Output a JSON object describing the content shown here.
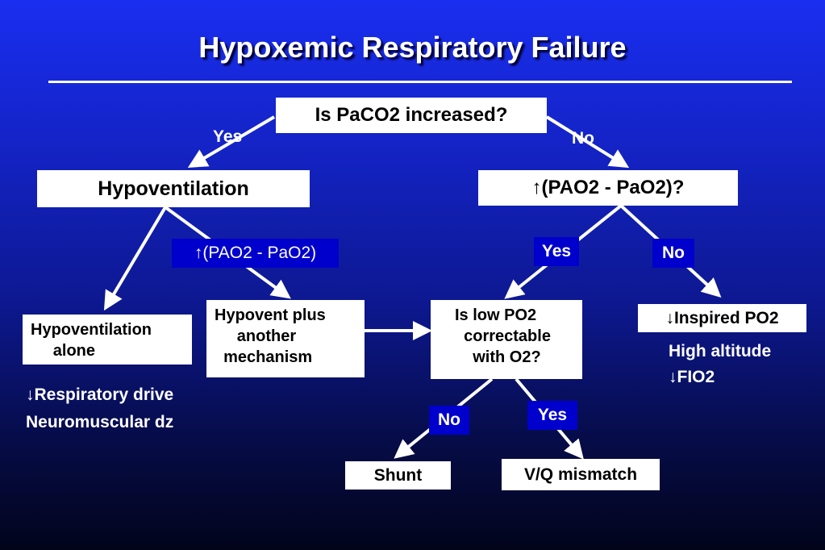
{
  "title": "Hypoxemic Respiratory Failure",
  "nodes": {
    "root": "Is PaCO2 increased?",
    "hypoventilation": "Hypoventilation",
    "gradient_q": "↑(PAO2 - PaO2)?",
    "hypovent_alone": "Hypoventilation\n     alone",
    "hypovent_plus": "Hypovent plus\n     another\n  mechanism",
    "low_po2": "Is low PO2\n  correctable\n    with O2?",
    "inspired_po2": "↓Inspired PO2",
    "shunt": "Shunt",
    "vq_mismatch": "V/Q mismatch"
  },
  "labels": {
    "gradient": "↑(PAO2 - PaO2)",
    "yes_left": "Yes",
    "no_right": "No",
    "yes_mid": "Yes",
    "no_mid": "No",
    "no_bottom": "No",
    "yes_bottom": "Yes"
  },
  "notes": {
    "resp_drive": "↓Respiratory drive",
    "neuromuscular": "Neuromuscular dz",
    "high_altitude": "High altitude",
    "fio2": "↓FIO2"
  },
  "colors": {
    "background_top": "#1a2ef0",
    "background_bottom": "#02041a",
    "label_fill": "#0000cc",
    "box_fill": "#ffffff"
  }
}
